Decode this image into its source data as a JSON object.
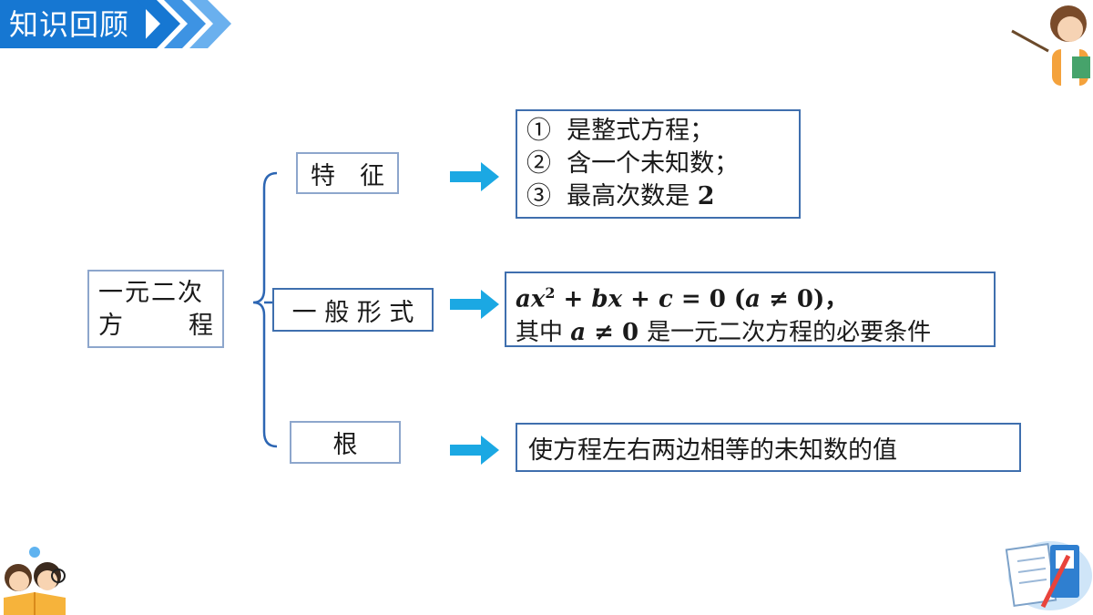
{
  "header": {
    "title": "知识回顾"
  },
  "colors": {
    "accent": "#1677d2",
    "arrow": "#1ba8e3",
    "box_border": "#8da6cc",
    "bracket": "#2d66b3"
  },
  "root": {
    "line1": "一元二次",
    "line2_left": "方",
    "line2_right": "程"
  },
  "branches": [
    {
      "label": "特　征"
    },
    {
      "label": "一 般 形 式"
    },
    {
      "label": "根"
    }
  ],
  "details": {
    "features": [
      {
        "mark": "①",
        "text": "是整式方程；"
      },
      {
        "mark": "②",
        "text": "含一个未知数；"
      },
      {
        "mark": "③",
        "text": "最高次数是",
        "num": "2"
      }
    ],
    "general_form": {
      "eq_a": "ax",
      "eq_sup": "2",
      "eq_plus1": " + ",
      "eq_bx": "bx",
      "eq_plus2": " + ",
      "eq_c": "c",
      "eq_rest": " = 0 (",
      "eq_a2": "a",
      "eq_neq": " ≠ 0)，",
      "line2_pre": "其中 ",
      "line2_a": "a",
      "line2_neq": " ≠ 0 ",
      "line2_post": "是一元二次方程的必要条件"
    },
    "root": {
      "text": "使方程左右两边相等的未知数的值"
    }
  },
  "icons": [
    "chevron-icon",
    "arrow-right-icon",
    "teacher-illustration-icon",
    "kids-reading-icon",
    "notebook-pencil-icon"
  ]
}
